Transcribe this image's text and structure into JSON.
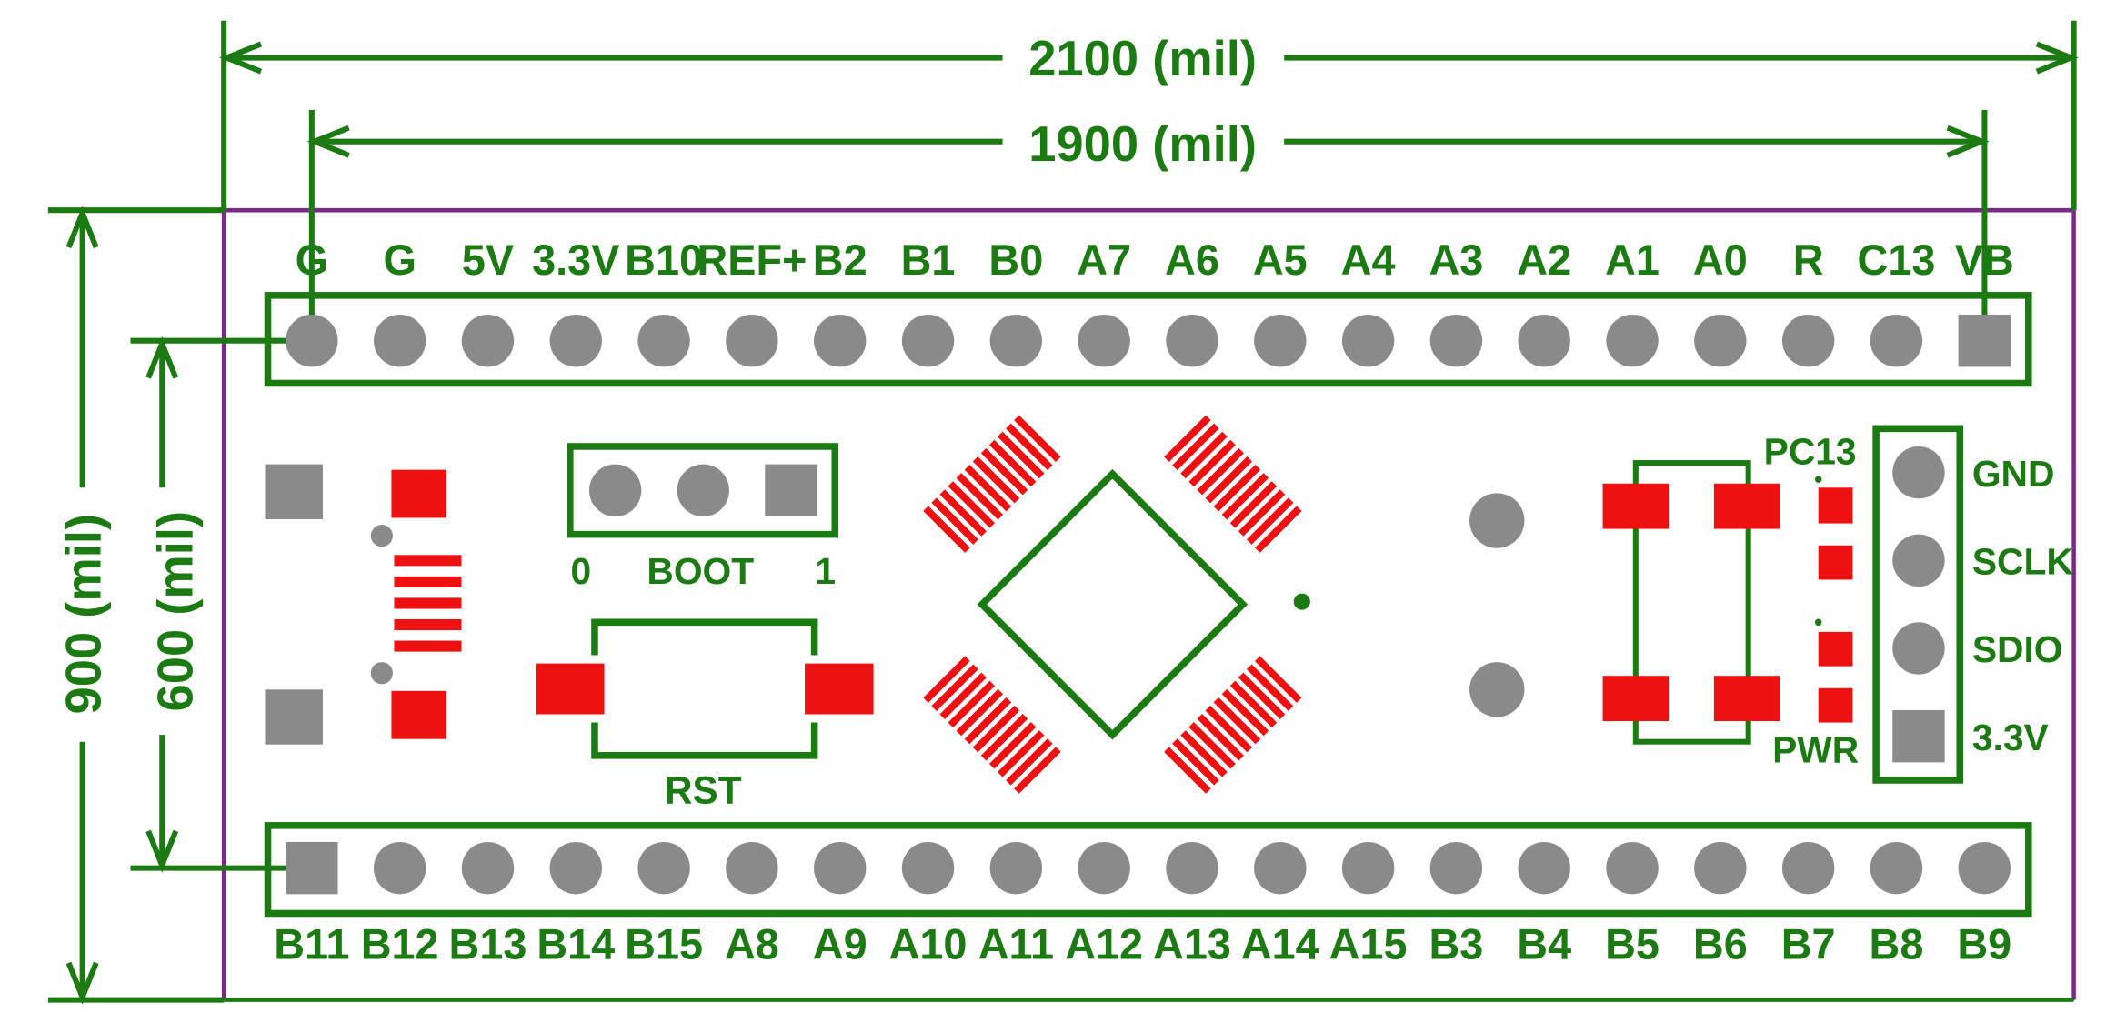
{
  "dimensions": {
    "outer_width": "2100 (mil)",
    "pin_span": "1900 (mil)",
    "outer_height": "900 (mil)",
    "row_spacing": "600 (mil)"
  },
  "top_header_labels": [
    "G",
    "G",
    "5V",
    "3.3V",
    "B10",
    "REF+",
    "B2",
    "B1",
    "B0",
    "A7",
    "A6",
    "A5",
    "A4",
    "A3",
    "A2",
    "A1",
    "A0",
    "R",
    "C13",
    "VB"
  ],
  "bottom_header_labels": [
    "B11",
    "B12",
    "B13",
    "B14",
    "B15",
    "A8",
    "A9",
    "A10",
    "A11",
    "A12",
    "A13",
    "A14",
    "A15",
    "B3",
    "B4",
    "B5",
    "B6",
    "B7",
    "B8",
    "B9"
  ],
  "boot": {
    "label": "BOOT",
    "left": "0",
    "right": "1"
  },
  "reset": {
    "label": "RST"
  },
  "leds": {
    "pc13": "PC13",
    "pwr": "PWR"
  },
  "swd_labels": [
    "GND",
    "SCLK",
    "SDIO",
    "3.3V"
  ],
  "colors": {
    "silkscreen": "#1b7a12",
    "copper_pad": "#ee1111",
    "through_hole": "#8a8a8a",
    "board_outline": "#7a2a86",
    "background": "#ffffff"
  }
}
